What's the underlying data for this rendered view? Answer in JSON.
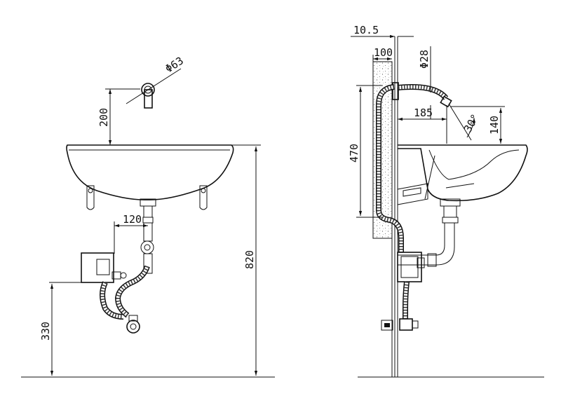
{
  "front_view": {
    "dim_spout_diameter": "Φ63",
    "dim_spout_height": "200",
    "dim_offset": "120",
    "dim_box_height": "330",
    "dim_basin_height": "820"
  },
  "side_view": {
    "dim_plate": "10.5",
    "dim_wall": "100",
    "dim_spout_tip_diameter": "Φ28",
    "dim_reach": "185",
    "dim_angle": "30°",
    "dim_tip_height": "140",
    "dim_hose_span": "470"
  }
}
